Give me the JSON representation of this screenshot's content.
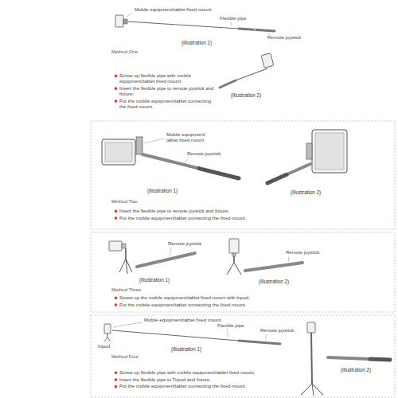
{
  "diagram": {
    "labels": [
      "Mobile equipment/tablet fixed mount",
      "Flexible pipe",
      "Remote joystick",
      "(Illustration 1)",
      "Method One",
      "(Illustration 2)",
      "Screw up flexible pipe with mobile equipment/tablet fixed mount;",
      "Insert the flexible pipe to remote joystick and fixture;",
      "Put the mobile equipment/tablet connecting the fixed mount.",
      "Mobile equipment/ tablet fixed mount",
      "Remote joystick",
      "(Illustration 1)",
      "(Illustration 2)",
      "Method Two",
      "Insert the flexible pipe to remote joystick and fixture;",
      "Put the mobile equipment/tablet connecting the fixed mount.",
      "Remote joystick",
      "(Illustration 1)",
      "Remote joystick",
      "(Illustration 2)",
      "Method Three",
      "Screw up the mobile equipment/tablet fixed mount with Inpod;",
      "Put the mobile equipment/tablet connecting the fixed mount.",
      "Mobile equipment/tablet fixed mount",
      "Flexible pipe",
      "Remote joystick",
      "Inpod",
      "(Illustration 1)",
      "(Illustration 2)",
      "Method Four",
      "Screw up flexible pipe with mobile equipment/tablet fixed mount;",
      "Insert the flexible pipe to Tripod and fixture;",
      "Put the mobile equipment/tablet connecting the fixed mount."
    ]
  }
}
